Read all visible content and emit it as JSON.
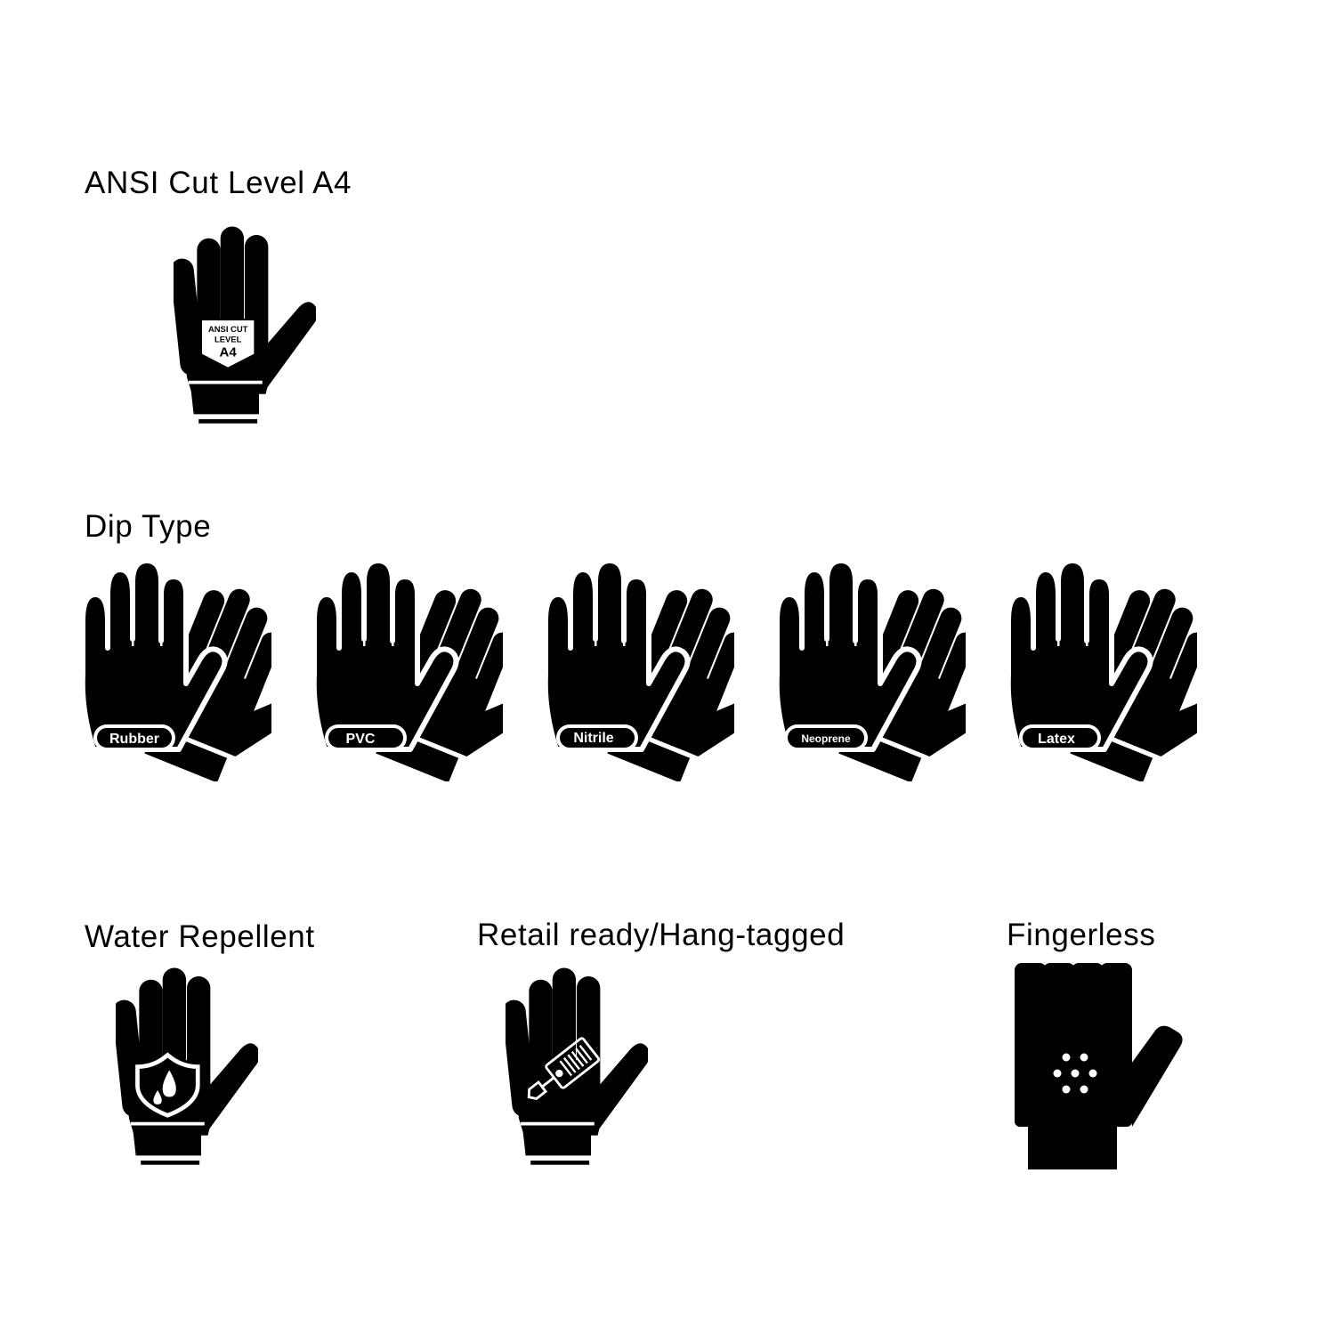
{
  "colors": {
    "icon": "#000000",
    "background": "#ffffff",
    "inverse": "#ffffff"
  },
  "sections": {
    "ansi": {
      "heading": "ANSI Cut Level A4",
      "icon": "cut-resistant-glove-icon",
      "badge": {
        "line1": "ANSI CUT",
        "line2": "LEVEL",
        "line3": "A4"
      }
    },
    "dip_type": {
      "heading": "Dip Type",
      "items": [
        {
          "label": "Rubber",
          "icon": "gloves-pair-icon"
        },
        {
          "label": "PVC",
          "icon": "gloves-pair-icon"
        },
        {
          "label": "Nitrile",
          "icon": "gloves-pair-icon"
        },
        {
          "label": "Neoprene",
          "icon": "gloves-pair-icon"
        },
        {
          "label": "Latex",
          "icon": "gloves-pair-icon"
        }
      ]
    },
    "water": {
      "heading": "Water Repellent",
      "icon": "water-shield-glove-icon"
    },
    "retail": {
      "heading": "Retail ready/Hang-tagged",
      "icon": "hang-tag-glove-icon"
    },
    "fingerless": {
      "heading": "Fingerless",
      "icon": "fingerless-glove-icon"
    }
  }
}
